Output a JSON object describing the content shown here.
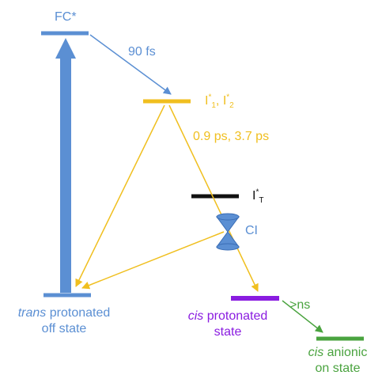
{
  "states": {
    "fc": {
      "label": "FC*"
    },
    "i12": {
      "label_prefix": "I",
      "sup1": "*",
      "sub1": "1",
      "sep": ", I",
      "sup2": "*",
      "sub2": "2"
    },
    "it": {
      "label_prefix": "I",
      "sup": "*",
      "sub": "T"
    },
    "ci": {
      "label": "CI"
    },
    "trans": {
      "italic": "trans",
      "rest": " protonated",
      "line2": "off state"
    },
    "cis_prot": {
      "italic": "cis",
      "rest": " protonated",
      "line2": "state"
    },
    "cis_anionic": {
      "italic": "cis",
      "rest": " anionic",
      "line2": "on state"
    }
  },
  "transitions": {
    "fc_to_i": "90 fs",
    "i_decay": "0.9 ps, 3.7 ps",
    "to_anionic": ">ns"
  },
  "colors": {
    "blue": "#5b8fd3",
    "gold": "#f0bf1f",
    "black": "#111111",
    "purple": "#8a1ce0",
    "green": "#4aa33f"
  }
}
